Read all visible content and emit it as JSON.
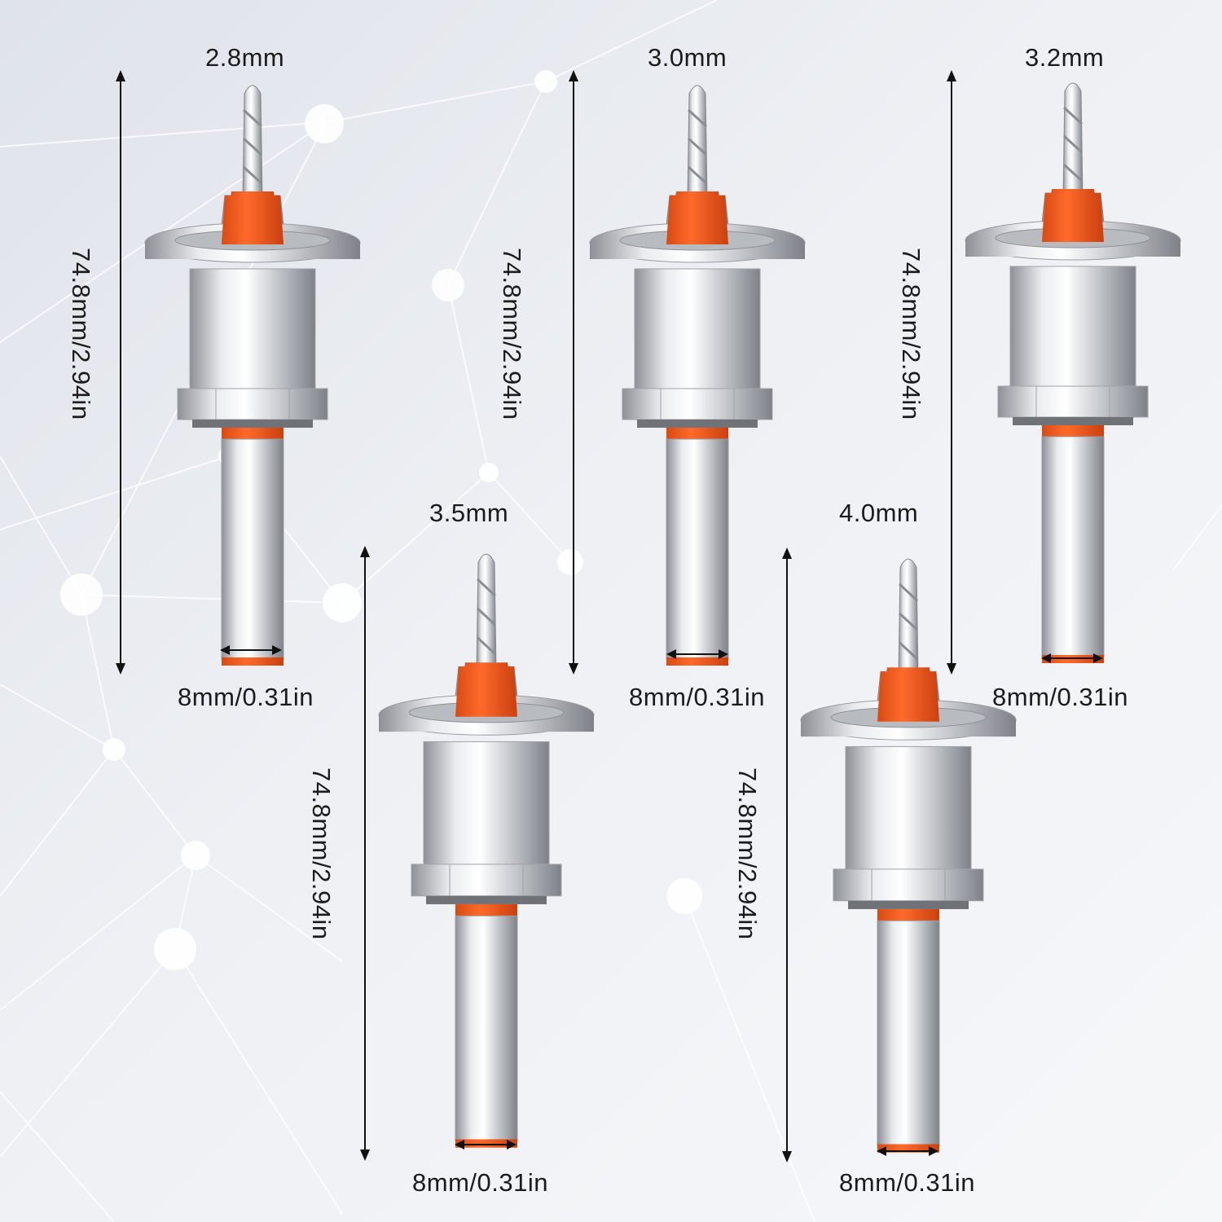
{
  "bits": [
    {
      "id": "bit-2-8",
      "drill_size": "2.8mm",
      "length": "74.8mm/2.94in",
      "shank": "8mm/0.31in"
    },
    {
      "id": "bit-3-0",
      "drill_size": "3.0mm",
      "length": "74.8mm/2.94in",
      "shank": "8mm/0.31in"
    },
    {
      "id": "bit-3-2",
      "drill_size": "3.2mm",
      "length": "74.8mm/2.94in",
      "shank": "8mm/0.31in"
    },
    {
      "id": "bit-3-5",
      "drill_size": "3.5mm",
      "length": "74.8mm/2.94in",
      "shank": "8mm/0.31in"
    },
    {
      "id": "bit-4-0",
      "drill_size": "4.0mm",
      "length": "74.8mm/2.94in",
      "shank": "8mm/0.31in"
    }
  ],
  "colors": {
    "accent_orange": "#ff6a2b",
    "steel": "#c9ccd1",
    "background": "#e8ebf0"
  }
}
